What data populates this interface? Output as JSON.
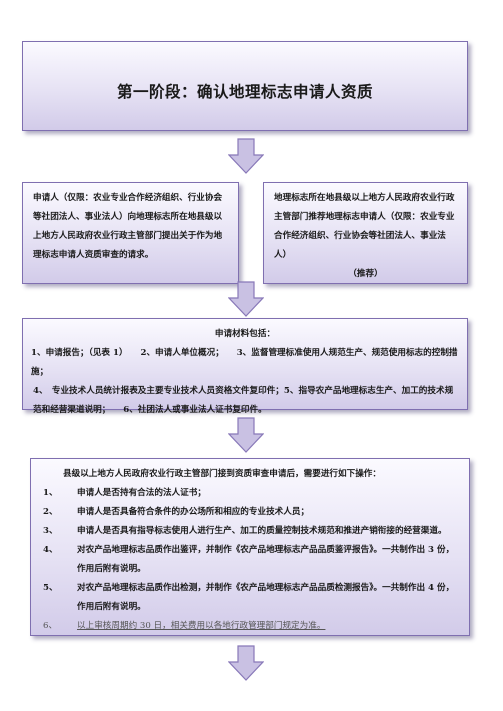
{
  "stage_title": "第一阶段：确认地理标志申请人资质",
  "left_box": {
    "text": "申请人（仅限：农业专业合作经济组织、行业协会等社团法人、事业法人）向地理标志所在地县级以上地方人民政府农业行政主管部门提出关于作为地理标志申请人资质审查的请求。"
  },
  "right_box": {
    "text": "地理标志所在地县级以上地方人民政府农业行政主管部门推荐地理标志申请人（仅限：农业专业合作经济组织、行业协会等社团法人、事业法人）",
    "note": "（推荐）"
  },
  "materials_box": {
    "heading": "申请材料包括：",
    "line1": "1、申请报告；（见表 1）　　2、申请人单位概况；　　3、监督管理标准使用人规范生产、规范使用标志的控制措施；",
    "line2": "4、　专业技术人员统计报表及主要专业技术人员资格文件复印件；5、指导农产品地理标志生产、加工的技术规范和经营渠道说明；　　6、社团法人或事业法人证书复印件。"
  },
  "review_box": {
    "intro": "县级以上地方人民政府农业行政主管部门接到资质审查申请后，需要进行如下操作：",
    "items": [
      {
        "num": "1、",
        "text": "申请人是否持有合法的法人证书；"
      },
      {
        "num": "2、",
        "text": "申请人是否具备符合条件的办公场所和相应的专业技术人员；"
      },
      {
        "num": "3、",
        "text": "申请人是否具有指导标志使用人进行生产、加工的质量控制技术规范和推进产销衔接的经营渠道。"
      },
      {
        "num": "4、",
        "text": "对农产品地理标志品质作出鉴评，并制作《农产品地理标志产品品质鉴评报告》。一共制作出 3 份，作用后附有说明。"
      },
      {
        "num": "5、",
        "text": "对农产品地理标志品质作出检测，并制作《农产品地理标志产品品质检测报告》。一共制作出 4 份，作用后附有说明。"
      },
      {
        "num": "6、",
        "text": "以上审核周期约 30 日，相关费用以各地行政管理部门规定为准。"
      }
    ]
  },
  "colors": {
    "box_border": "#7f6fb0",
    "arrow_fill": "#c9c1e3"
  }
}
